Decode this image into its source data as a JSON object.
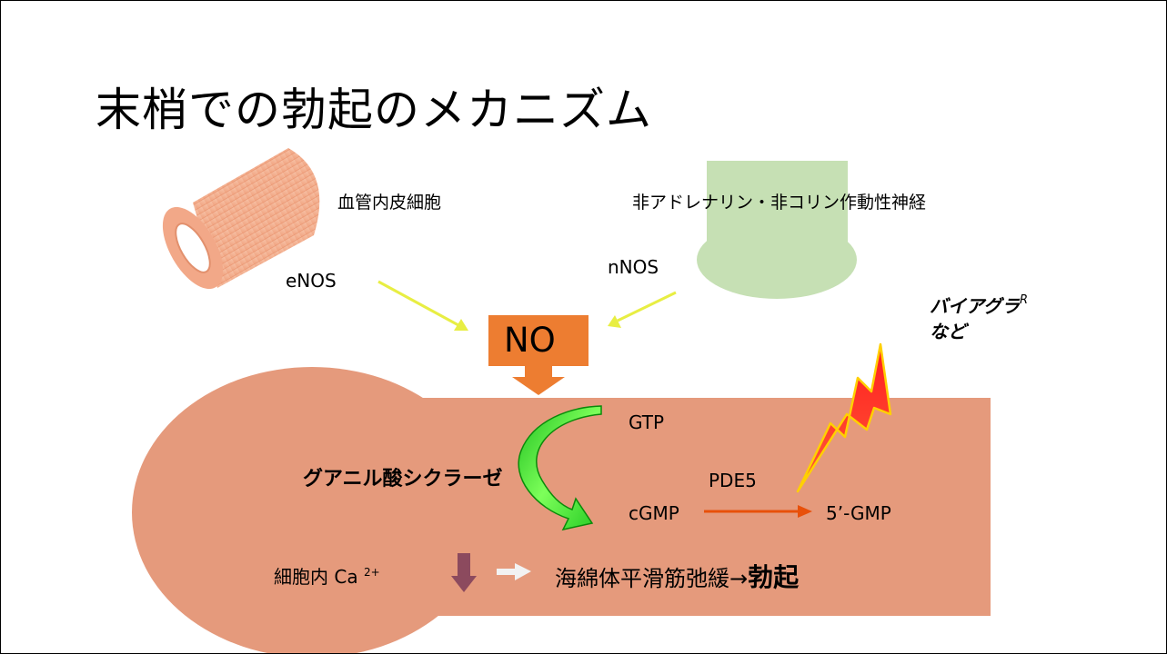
{
  "title": "末梢での勃起のメカニズム",
  "labels": {
    "endothelial": "血管内皮細胞",
    "nerve": "非アドレナリン・非コリン作動性神経",
    "enos": "eNOS",
    "nnos": "nNOS",
    "no": "NO",
    "viagra_line1": "バイアグラ",
    "viagra_reg": "R",
    "viagra_line2": "など",
    "gtp": "GTP",
    "guanylate_cyclase": "グアニル酸シクラーゼ",
    "pde5": "PDE5",
    "cgmp": "cGMP",
    "gmp": "5’-GMP",
    "ca_prefix": "細胞内 Ca",
    "ca_sup": "2+",
    "relaxation": "海綿体平滑筋弛緩→",
    "erection": "勃起"
  },
  "colors": {
    "cell": "#e59a7c",
    "vessel": "#f5b495",
    "nerve": "#c6e0b4",
    "no_box": "#ed7d31",
    "yellow_arrow": "#e8ee43",
    "green_arrow": "#33e633",
    "red_arrow": "#e8500a",
    "lightning": "#ff2a2a",
    "down_arrow": "#8c4a5e"
  }
}
